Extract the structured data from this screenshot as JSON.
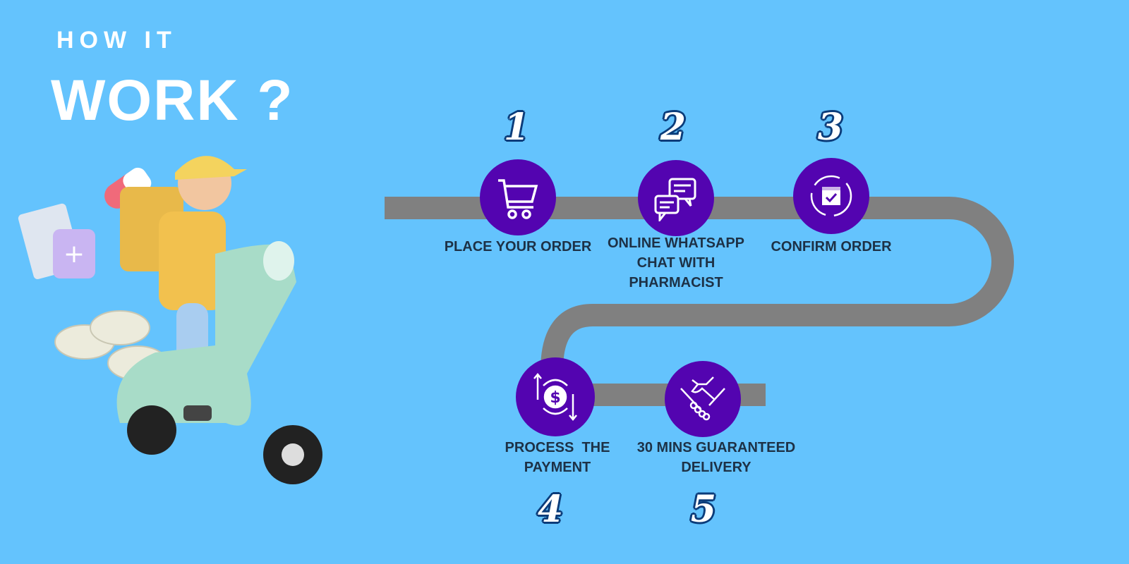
{
  "title": {
    "line1": "HOW IT",
    "line2": "WORK ?"
  },
  "colors": {
    "background": "#64c3fd",
    "road": "#808080",
    "circle": "#5304b0",
    "label": "#1d3146"
  },
  "steps": [
    {
      "number": "1",
      "label": "PLACE YOUR ORDER",
      "icon": "shopping-cart-icon"
    },
    {
      "number": "2",
      "label": "ONLINE WHATSAPP CHAT WITH PHARMACIST",
      "icon": "chat-bubbles-icon"
    },
    {
      "number": "3",
      "label": "CONFIRM ORDER",
      "icon": "calendar-check-icon"
    },
    {
      "number": "4",
      "label": "PROCESS  THE PAYMENT",
      "icon": "payment-exchange-icon"
    },
    {
      "number": "5",
      "label": "30 MINS GUARANTEED DELIVERY",
      "icon": "handshake-icon"
    }
  ]
}
